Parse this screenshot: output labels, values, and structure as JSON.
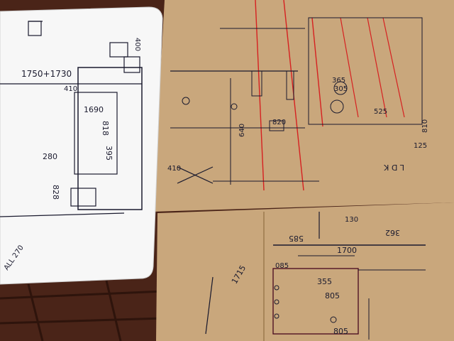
{
  "scene": {
    "colors": {
      "wood": "#4a2418",
      "wood_dark": "#2e140c",
      "whiteboard": "#f7f7f7",
      "cardboard": "#c9a77c",
      "cardboard_dark": "#b8946a",
      "ink": "#1a1a2e",
      "red_ink": "#d62020"
    },
    "whiteboard": {
      "labels": {
        "top_dim": "1750+1730",
        "dim_1690": "1690",
        "dim_818": "818",
        "dim_395": "395",
        "dim_280": "280",
        "dim_828": "828",
        "dim_410": "410",
        "dim_400": "400",
        "red_note": "ALL 270"
      }
    },
    "cardboard_top": {
      "labels": {
        "dim_820": "820",
        "dim_365": "365",
        "dim_305": "305",
        "dim_125": "125",
        "dim_525": "525",
        "dim_640": "640",
        "dim_410": "410",
        "dim_810": "810",
        "corner_note": "L D K"
      }
    },
    "cardboard_bottom": {
      "labels": {
        "dim_1700": "1700",
        "dim_585": "585",
        "dim_355": "355",
        "dim_805a": "805",
        "dim_805b": "805",
        "dim_1715": "1715",
        "dim_130": "130",
        "dim_362": "362",
        "dim_085": "085"
      }
    }
  }
}
